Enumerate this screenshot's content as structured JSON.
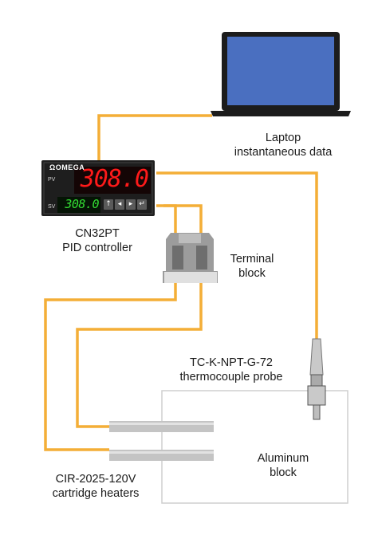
{
  "labels": {
    "laptop": [
      "Laptop",
      "instantaneous data"
    ],
    "controller": [
      "CN32PT",
      "PID controller"
    ],
    "terminal": [
      "Terminal",
      "block"
    ],
    "probe": [
      "TC-K-NPT-G-72",
      "thermocouple probe"
    ],
    "aluminum": [
      "Aluminum",
      "block"
    ],
    "heaters": [
      "CIR-2025-120V",
      "cartridge heaters"
    ]
  },
  "controller": {
    "brand": "ΩOMEGA",
    "pv_tag": "PV",
    "sv_tag": "SV",
    "pv_value": "308.0",
    "sv_value": "308.0",
    "buttons": [
      "↑",
      "◂",
      "▸",
      "↵"
    ]
  },
  "colors": {
    "wire": "#f4ae37",
    "laptop_screen": "#4a6fc0",
    "laptop_body": "#1c1c1c",
    "controller_body": "#1e1e1e",
    "pv_display": "#ff1a1a",
    "sv_display": "#33dd33",
    "terminal_block": "#9c9c9c",
    "probe": "#c9c9c9",
    "heater": "#c4c4c4",
    "block_outline": "#cfcfcf"
  }
}
